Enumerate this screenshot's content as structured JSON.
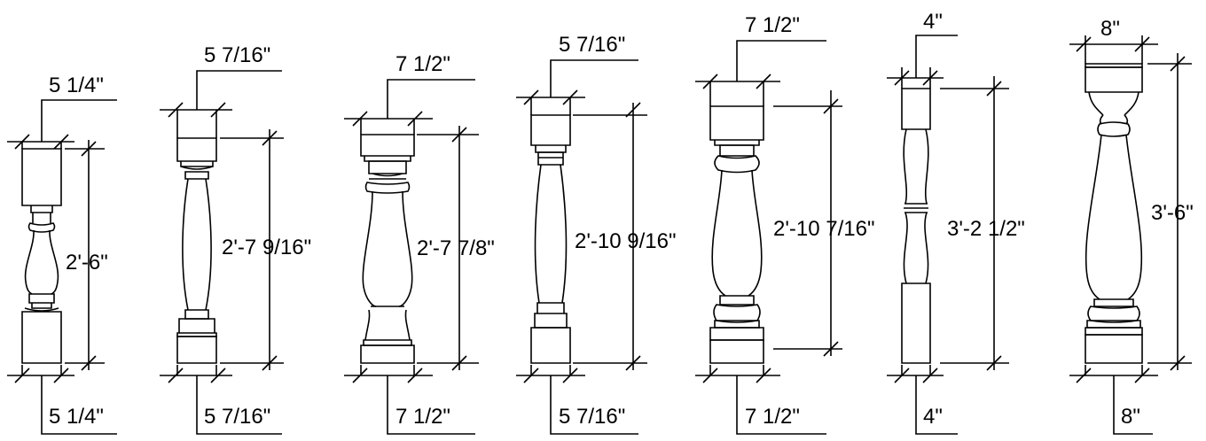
{
  "balusters": [
    {
      "top_width": "5 1/4\"",
      "height": "2'-6\"",
      "bottom_width": "5 1/4\""
    },
    {
      "top_width": "5 7/16\"",
      "height": "2'-7 9/16\"",
      "bottom_width": "5 7/16\""
    },
    {
      "top_width": "7 1/2\"",
      "height": "2'-7 7/8\"",
      "bottom_width": "7 1/2\""
    },
    {
      "top_width": "5 7/16\"",
      "height": "2'-10 9/16\"",
      "bottom_width": "5 7/16\""
    },
    {
      "top_width": "7 1/2\"",
      "height": "2'-10 7/16\"",
      "bottom_width": "7 1/2\""
    },
    {
      "top_width": "4\"",
      "height": "3'-2 1/2\"",
      "bottom_width": "4\""
    },
    {
      "top_width": "8\"",
      "height": "3'-6\"",
      "bottom_width": "8\""
    }
  ]
}
